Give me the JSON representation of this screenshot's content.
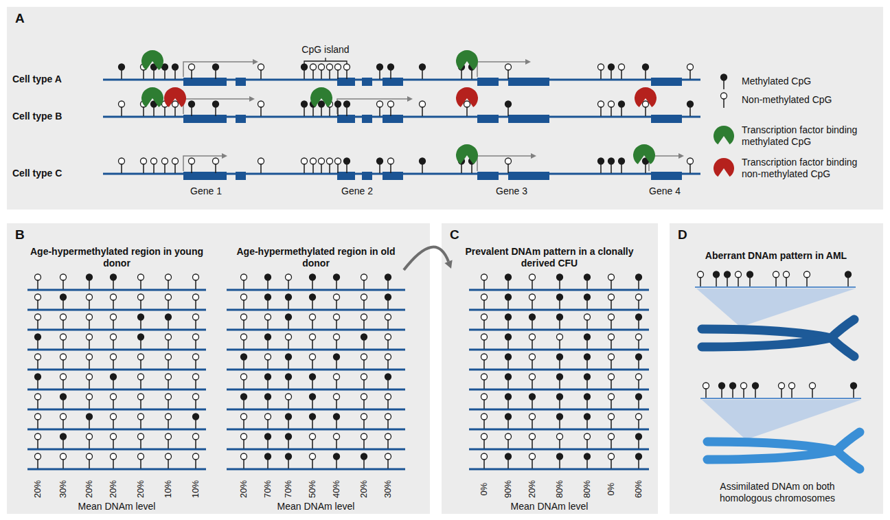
{
  "diagram": {
    "nodes": [
      {
        "text": [
          "A"
        ]
      },
      {
        "text": [
          "B"
        ]
      },
      {
        "text": [
          "C"
        ]
      },
      {
        "text": [
          "D"
        ]
      }
    ],
    "edges": [
      {
        "from": 1,
        "to": 2,
        "arrow": "to"
      }
    ],
    "labels": [
      "CpG island",
      "Cell type A",
      "Cell type B",
      "Cell type C",
      "Gene 1",
      "Gene 2",
      "Gene 3",
      "Gene 4",
      "Age-hypermethylated region in young donor",
      "Age-hypermethylated region in old donor",
      "20%",
      "30%",
      "20%",
      "20%",
      "20%",
      "10%",
      "10%",
      "Mean DNAm level",
      "20%",
      "70%",
      "70%",
      "50%",
      "40%",
      "20%",
      "30%",
      "Mean DNAm level",
      "Prevalent DNAm pattern in a clonally derived CFU",
      "0%",
      "90%",
      "20%",
      "80%",
      "80%",
      "0%",
      "60%",
      "Mean DNAm level",
      "Aberrant DNAm pattern in AML",
      "Assimilated DNAm on both homologous chromosomes"
    ],
    "legend": [
      {
        "text": "Methylated CpG"
      },
      {
        "text": "Non-methylated CpG"
      },
      {
        "text": "Transcription factor binding methylated CpG",
        "color": "#2e7d32"
      },
      {
        "text": "Transcription factor binding non-methylated CpG",
        "color": "#b5211d"
      }
    ]
  }
}
